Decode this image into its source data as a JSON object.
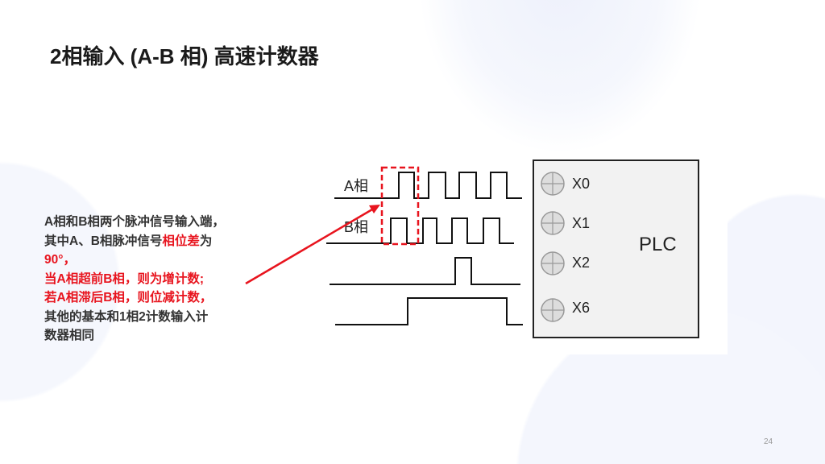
{
  "title": "2相输入 (A-B 相) 高速计数器",
  "description": {
    "line1": "A相和B相两个脉冲信号输入端，",
    "line2_normal": "其中A、B相脉冲信号",
    "line2_red": "相位差",
    "line2_end": "为",
    "line3_red": "90°，",
    "line4_red": "当A相超前B相，则为增计数;",
    "line5_red": "若A相滞后B相，则位减计数，",
    "line6": "其他的基本和1相2计数输入计",
    "line7": "数器相同"
  },
  "diagram": {
    "phase_a_label": "A相",
    "phase_b_label": "B相",
    "inputs": [
      "X0",
      "X1",
      "X2",
      "X6"
    ],
    "plc_label": "PLC"
  },
  "page_number": "24",
  "colors": {
    "accent_red": "#e8141e"
  }
}
